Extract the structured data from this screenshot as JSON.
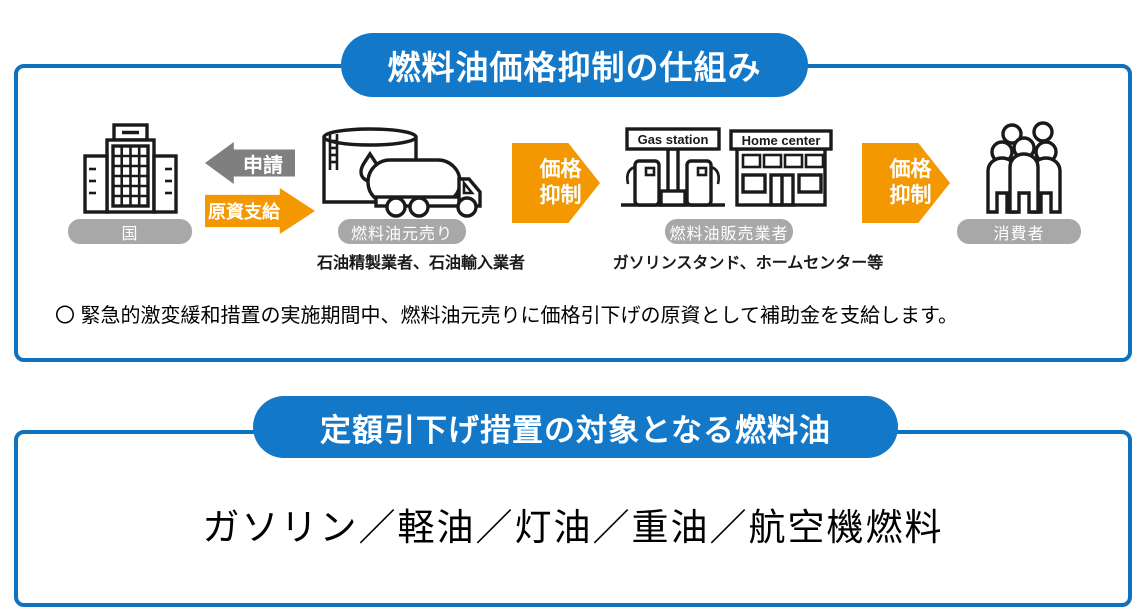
{
  "section1": {
    "title": "燃料油価格抑制の仕組み",
    "government": {
      "label": "国"
    },
    "apply_arrow": {
      "label": "申請"
    },
    "fund_arrow": {
      "label": "原資支給"
    },
    "wholesaler": {
      "label": "燃料油元売り",
      "caption": "石油精製業者、石油輸入業者"
    },
    "price_arrow": {
      "line1": "価格",
      "line2": "抑制"
    },
    "retailer": {
      "label": "燃料油販売業者",
      "caption": "ガソリンスタンド、ホームセンター等",
      "gas_station_sign": "Gas station",
      "home_center_sign": "Home center"
    },
    "consumer": {
      "label": "消費者"
    },
    "note": "〇 緊急的激変緩和措置の実施期間中、燃料油元売りに価格引下げの原資として補助金を支給します。"
  },
  "section2": {
    "title": "定額引下げ措置の対象となる燃料油",
    "fuels": "ガソリン／軽油／灯油／重油／航空機燃料"
  },
  "colors": {
    "blue": "#1478c8",
    "orange": "#f39800",
    "arrow_gray": "#7f7f7f",
    "label_gray": "#a8a8a8"
  }
}
